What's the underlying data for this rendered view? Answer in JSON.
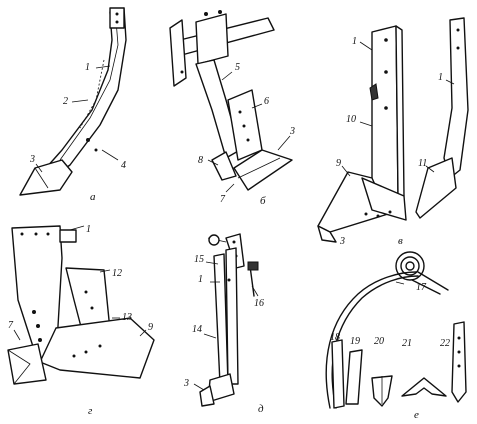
{
  "figure": {
    "captions": {
      "a": "а",
      "b": "б",
      "v": "в",
      "g": "г",
      "d": "д",
      "e": "е"
    },
    "labels": {
      "a1": "1",
      "a2": "2",
      "a3": "3",
      "a4": "4",
      "b5": "5",
      "b6": "6",
      "b3": "3",
      "b8": "8",
      "b7": "7",
      "v1a": "1",
      "v10": "10",
      "v9": "9",
      "v3": "3",
      "v1b": "1",
      "v11": "11",
      "g1": "1",
      "g12": "12",
      "g7": "7",
      "g13": "13",
      "g9": "9",
      "d15": "15",
      "d1": "1",
      "d16": "16",
      "d14": "14",
      "d3": "3",
      "e17": "17",
      "e18": "18",
      "e19": "19",
      "e20": "20",
      "e21": "21",
      "e22": "22"
    }
  }
}
